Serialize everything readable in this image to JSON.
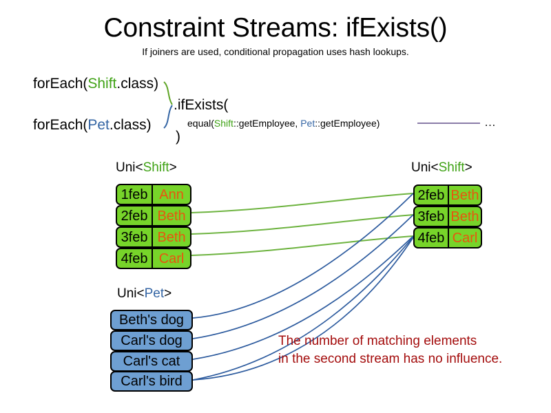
{
  "header": {
    "title": "Constraint Streams: ifExists()",
    "subtitle": "If joiners are used, conditional propagation uses hash lookups."
  },
  "code": {
    "foreach_shift": {
      "prefix": "forEach(",
      "type": "Shift",
      "suffix": ".class)"
    },
    "foreach_pet": {
      "prefix": "forEach(",
      "type": "Pet",
      "suffix": ".class)"
    },
    "ifexists": ".ifExists(",
    "equal": {
      "prefix": "equal(",
      "left_type": "Shift",
      "left_method": "::getEmployee, ",
      "right_type": "Pet",
      "right_method": "::getEmployee)"
    },
    "close_paren": ")",
    "ellipsis": "…"
  },
  "streams": {
    "left_shift": {
      "label_prefix": "Uni<",
      "label_type": "Shift",
      "label_suffix": ">",
      "rows": [
        {
          "date": "1feb",
          "name": "Ann"
        },
        {
          "date": "2feb",
          "name": "Beth"
        },
        {
          "date": "3feb",
          "name": "Beth"
        },
        {
          "date": "4feb",
          "name": "Carl"
        }
      ]
    },
    "right_shift": {
      "label_prefix": "Uni<",
      "label_type": "Shift",
      "label_suffix": ">",
      "rows": [
        {
          "date": "2feb",
          "name": "Beth"
        },
        {
          "date": "3feb",
          "name": "Beth"
        },
        {
          "date": "4feb",
          "name": "Carl"
        }
      ]
    },
    "pet": {
      "label_prefix": "Uni<",
      "label_type": "Pet",
      "label_suffix": ">",
      "rows": [
        {
          "text": "Beth's dog"
        },
        {
          "text": "Carl's dog"
        },
        {
          "text": "Carl's cat"
        },
        {
          "text": "Carl's bird"
        }
      ]
    }
  },
  "annotation": {
    "line1": "The number of matching elements",
    "line2": "in the second stream has no influence."
  },
  "colors": {
    "shift_green": "#77D42A",
    "pet_blue": "#6E9FD2",
    "shift_token": "#3FA215",
    "pet_token": "#3465A4",
    "name_orange": "#E8550F",
    "annotation_red": "#A40D0D",
    "green_wire": "#6DB33F",
    "blue_wire": "#2D5B9E",
    "ellipsis_rule": "#8A7CA8"
  }
}
